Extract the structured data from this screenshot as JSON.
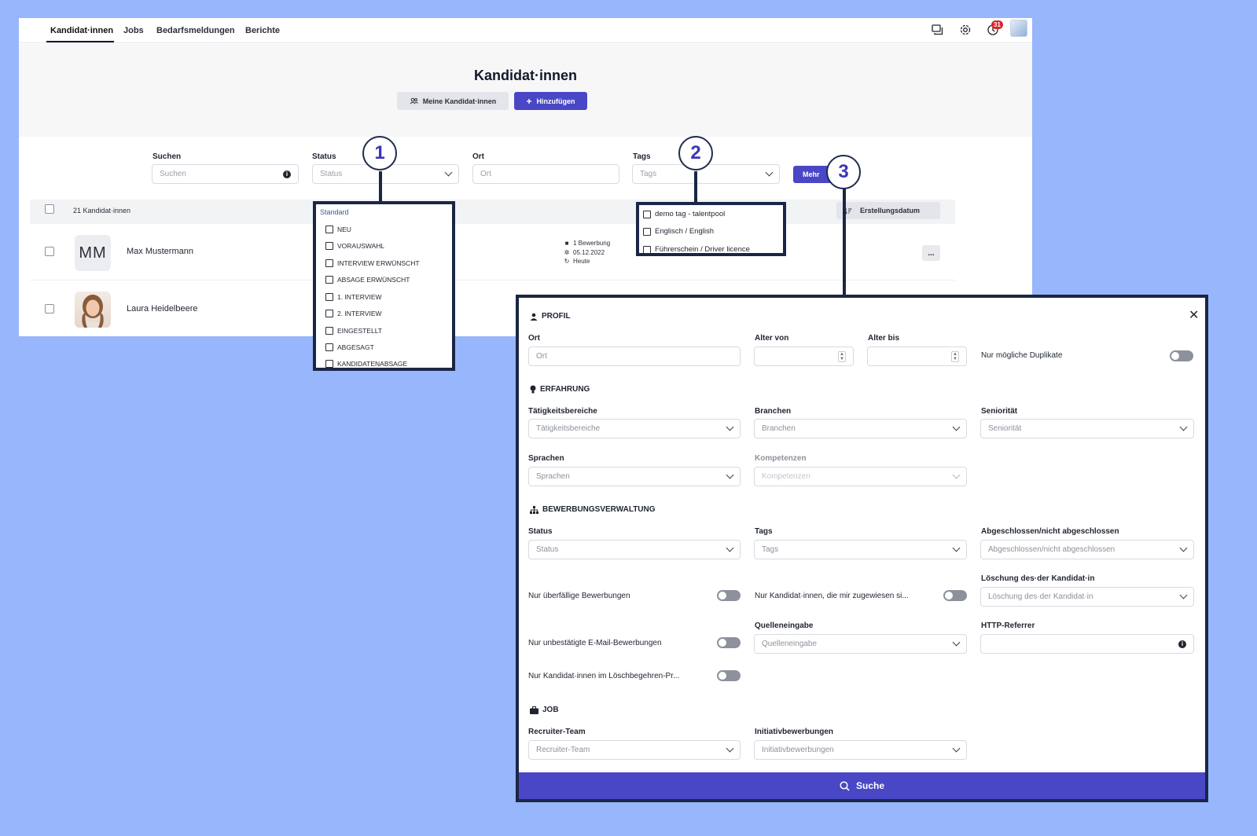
{
  "nav": {
    "items": [
      "Kandidat·innen",
      "Jobs",
      "Bedarfsmeldungen",
      "Berichte"
    ],
    "notification_count": "31"
  },
  "hero": {
    "title": "Kandidat·innen",
    "my_candidates_label": "Meine Kandidat·innen",
    "add_label": "Hinzufügen"
  },
  "filters": {
    "search": {
      "label": "Suchen",
      "placeholder": "Suchen"
    },
    "status": {
      "label": "Status",
      "placeholder": "Status"
    },
    "location": {
      "label": "Ort",
      "placeholder": "Ort"
    },
    "tags": {
      "label": "Tags",
      "placeholder": "Tags"
    },
    "more_label": "Mehr"
  },
  "list": {
    "count_label": "21 Kandidat·innen",
    "sort_label": "Erstellungsdatum",
    "more_label": "...",
    "candidates": [
      {
        "initials": "MM",
        "name": "Max Mustermann",
        "applications": "1 Bewerbung",
        "date": "05.12.2022",
        "updated": "Heute"
      },
      {
        "name": "Laura Heidelbeere"
      }
    ]
  },
  "callouts": [
    "1",
    "2",
    "3"
  ],
  "status_dropdown": {
    "header": "Standard",
    "options": [
      "NEU",
      "VORAUSWAHL",
      "INTERVIEW ERWÜNSCHT",
      "ABSAGE ERWÜNSCHT",
      "1. INTERVIEW",
      "2. INTERVIEW",
      "EINGESTELLT",
      "ABGESAGT",
      "KANDIDATENABSAGE"
    ]
  },
  "tags_dropdown": {
    "options": [
      "demo tag - talentpool",
      "Englisch / English",
      "Führerschein / Driver licence"
    ]
  },
  "modal": {
    "close_label": "✕",
    "profile": {
      "title": "PROFIL",
      "location_label": "Ort",
      "location_placeholder": "Ort",
      "age_from_label": "Alter von",
      "age_to_label": "Alter bis",
      "duplicates_label": "Nur mögliche Duplikate"
    },
    "experience": {
      "title": "ERFAHRUNG",
      "activity_label": "Tätigkeitsbereiche",
      "activity_placeholder": "Tätigkeitsbereiche",
      "industries_label": "Branchen",
      "industries_placeholder": "Branchen",
      "seniority_label": "Seniorität",
      "seniority_placeholder": "Seniorität",
      "languages_label": "Sprachen",
      "languages_placeholder": "Sprachen",
      "skills_label": "Kompetenzen",
      "skills_placeholder": "Kompetenzen"
    },
    "applications": {
      "title": "BEWERBUNGSVERWALTUNG",
      "status_label": "Status",
      "status_placeholder": "Status",
      "tags_label": "Tags",
      "tags_placeholder": "Tags",
      "closed_label": "Abgeschlossen/nicht abgeschlossen",
      "closed_placeholder": "Abgeschlossen/nicht abgeschlossen",
      "overdue_label": "Nur überfällige Bewerbungen",
      "assigned_label": "Nur Kandidat·innen, die mir zugewiesen si...",
      "deletion_label": "Löschung des·der Kandidat·in",
      "deletion_placeholder": "Löschung des·der Kandidat·in",
      "unconfirmed_label": "Nur unbestätigte E-Mail-Bewerbungen",
      "source_label": "Quelleneingabe",
      "source_placeholder": "Quelleneingabe",
      "referrer_label": "HTTP-Referrer",
      "deletion_request_label": "Nur Kandidat·innen im Löschbegehren-Pr..."
    },
    "job": {
      "title": "JOB",
      "recruiter_label": "Recruiter-Team",
      "recruiter_placeholder": "Recruiter-Team",
      "initiative_label": "Initiativbewerbungen",
      "initiative_placeholder": "Initiativbewerbungen"
    },
    "search_label": "Suche"
  },
  "colors": {
    "background": "#97b6fc",
    "primary": "#4a47c6",
    "callout_border": "#1b2645",
    "badge": "#d9262c"
  }
}
